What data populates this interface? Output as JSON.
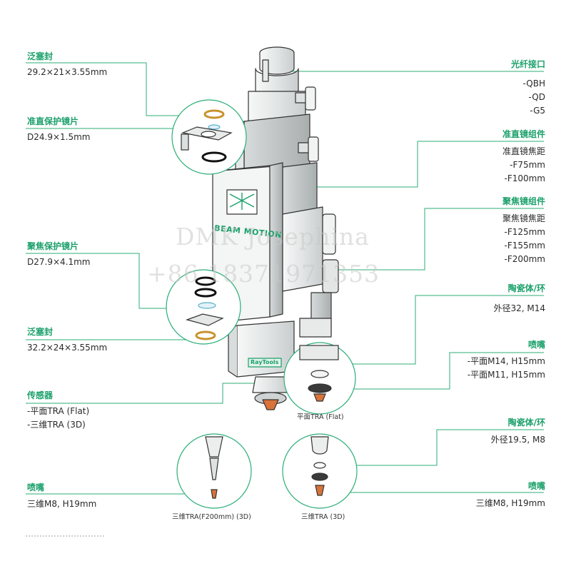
{
  "colors": {
    "accent": "#1aa06a",
    "line": "#2cae77",
    "body": "#e9ecec",
    "outline": "#333333",
    "nozzle": "#d9733a"
  },
  "left": {
    "piston_seal_1": {
      "title": "泛塞封",
      "spec": "29.2×21×3.55mm"
    },
    "collimator_protect": {
      "title": "准直保护镜片",
      "spec": "D24.9×1.5mm"
    },
    "focus_protect": {
      "title": "聚焦保护镜片",
      "spec": "D27.9×4.1mm"
    },
    "piston_seal_2": {
      "title": "泛塞封",
      "spec": "32.2×24×3.55mm"
    },
    "sensor": {
      "title": "传感器",
      "items": [
        "-平面TRA (Flat)",
        "-三维TRA (3D)"
      ]
    },
    "nozzle": {
      "title": "喷嘴",
      "spec": "三维M8, H19mm"
    }
  },
  "right": {
    "fiber": {
      "title": "光纤接口",
      "items": [
        "-QBH",
        "-QD",
        "-G5"
      ]
    },
    "collimator": {
      "title": "准直镜组件",
      "sub": "准直镜焦距",
      "items": [
        "-F75mm",
        "-F100mm"
      ]
    },
    "focus": {
      "title": "聚焦镜组件",
      "sub": "聚焦镜焦距",
      "items": [
        "-F125mm",
        "-F155mm",
        "-F200mm"
      ]
    },
    "ceramic_1": {
      "title": "陶瓷体/环",
      "spec": "外径32, M14"
    },
    "nozzle_1": {
      "title": "喷嘴",
      "items": [
        "-平面M14, H15mm",
        "-平面M11, H15mm"
      ]
    },
    "ceramic_2": {
      "title": "陶瓷体/环",
      "spec": "外径19.5, M8"
    },
    "nozzle_2": {
      "title": "喷嘴",
      "spec": "三维M8, H19mm"
    }
  },
  "product": {
    "brand_text": "BEAM MOTION",
    "maker": "RayTools"
  },
  "captions": {
    "flat": "平面TRA (Flat)",
    "d3_f200": "三维TRA(F200mm) (3D)",
    "d3": "三维TRA (3D)"
  },
  "watermark": {
    "line1": "DMK Josephina",
    "line2": "+86 18371971353"
  }
}
